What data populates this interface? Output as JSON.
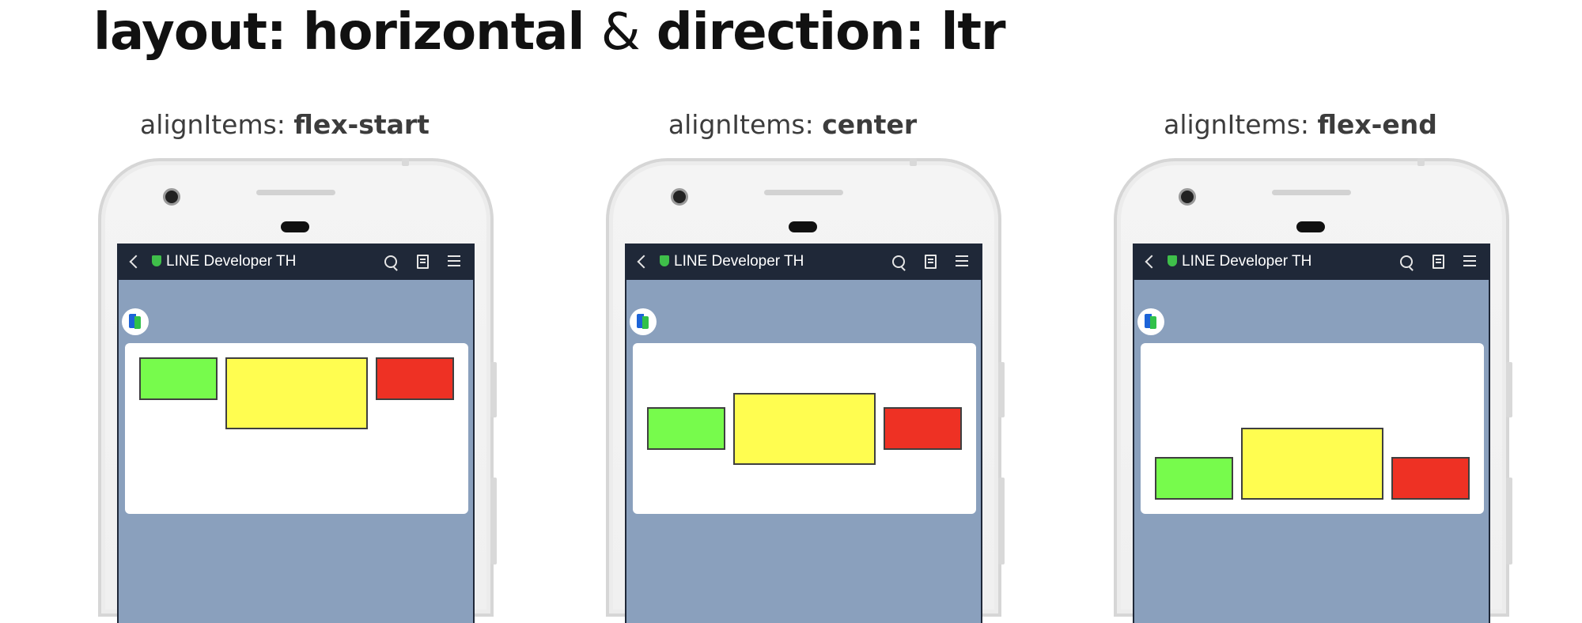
{
  "page_title": {
    "part1": "layout: horizontal ",
    "amp": "&",
    "part2": " direction: ltr"
  },
  "phone_app": {
    "title": "LINE Developer TH"
  },
  "panels": [
    {
      "caption_prefix": "alignItems: ",
      "caption_value": "flex-start",
      "align": "flex-start"
    },
    {
      "caption_prefix": "alignItems: ",
      "caption_value": "center",
      "align": "center"
    },
    {
      "caption_prefix": "alignItems: ",
      "caption_value": "flex-end",
      "align": "flex-end"
    }
  ],
  "colors": {
    "green_box": "#77fb4c",
    "yellow_box": "#fffd50",
    "red_box": "#ee3124",
    "chat_background": "#8aa0bd",
    "header_bar": "#1f2838"
  }
}
